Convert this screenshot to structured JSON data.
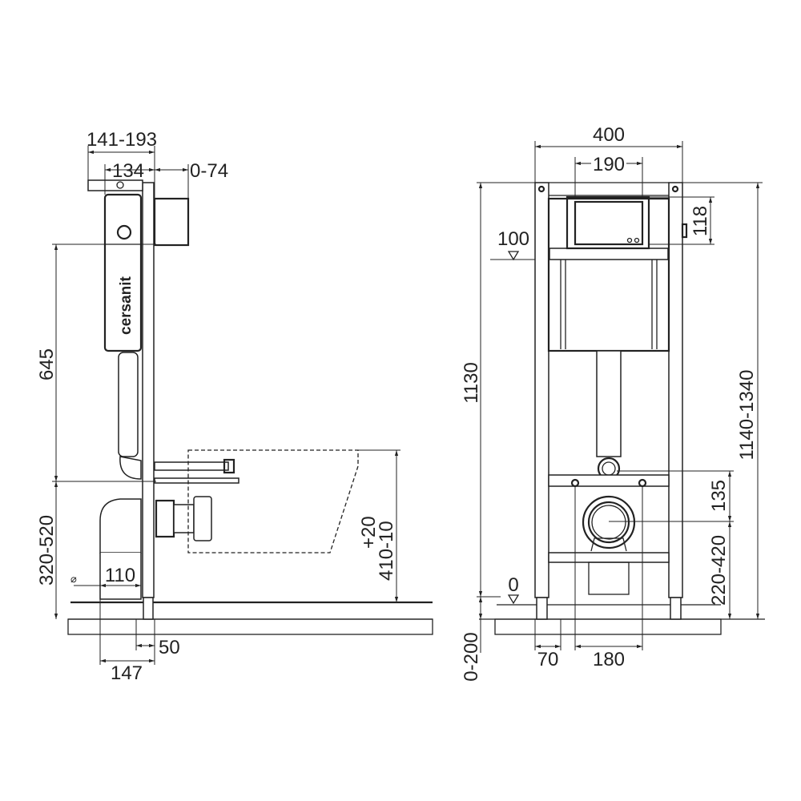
{
  "side_view": {
    "dims": {
      "top_depth": "141-193",
      "frame_depth": "134",
      "button_offset": "0-74",
      "height_645": "645",
      "leg_range": "320-520",
      "pipe_diameter_symbol": "⌀",
      "pipe_diameter": "110",
      "foot_width": "50",
      "total_depth": "147",
      "bowl_height_base": "410",
      "bowl_tol_plus": "+20",
      "bowl_tol_minus": "-10"
    },
    "brand_logo": "cersanit"
  },
  "front_view": {
    "dims": {
      "width": "400",
      "plate_width": "190",
      "plate_height": "118",
      "level_100": "100",
      "height_1130": "1130",
      "height_range": "1140-1340",
      "outlet_offset": "135",
      "outlet_height": "220-420",
      "level_0": "0",
      "floor_range": "0-200",
      "foot_width": "70",
      "bolt_spacing": "180"
    }
  }
}
